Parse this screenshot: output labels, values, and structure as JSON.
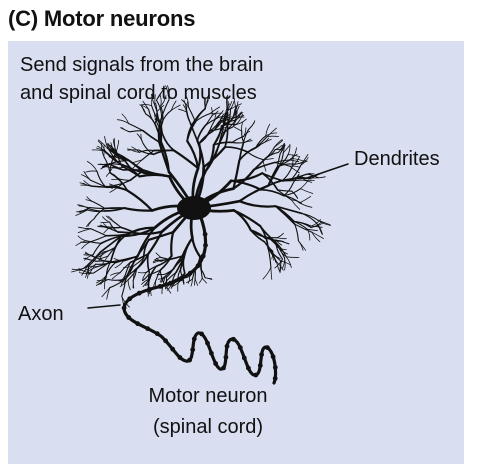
{
  "figure": {
    "panel_title": "(C) Motor neurons",
    "description_lines": [
      "Send signals from the brain",
      "and spinal cord to muscles"
    ],
    "labels": {
      "dendrites": "Dendrites",
      "axon": "Axon"
    },
    "caption_lines": [
      "Motor neuron",
      "(spinal cord)"
    ]
  },
  "colors": {
    "panel_background": "#d9dff0",
    "neuron": "#111111"
  }
}
